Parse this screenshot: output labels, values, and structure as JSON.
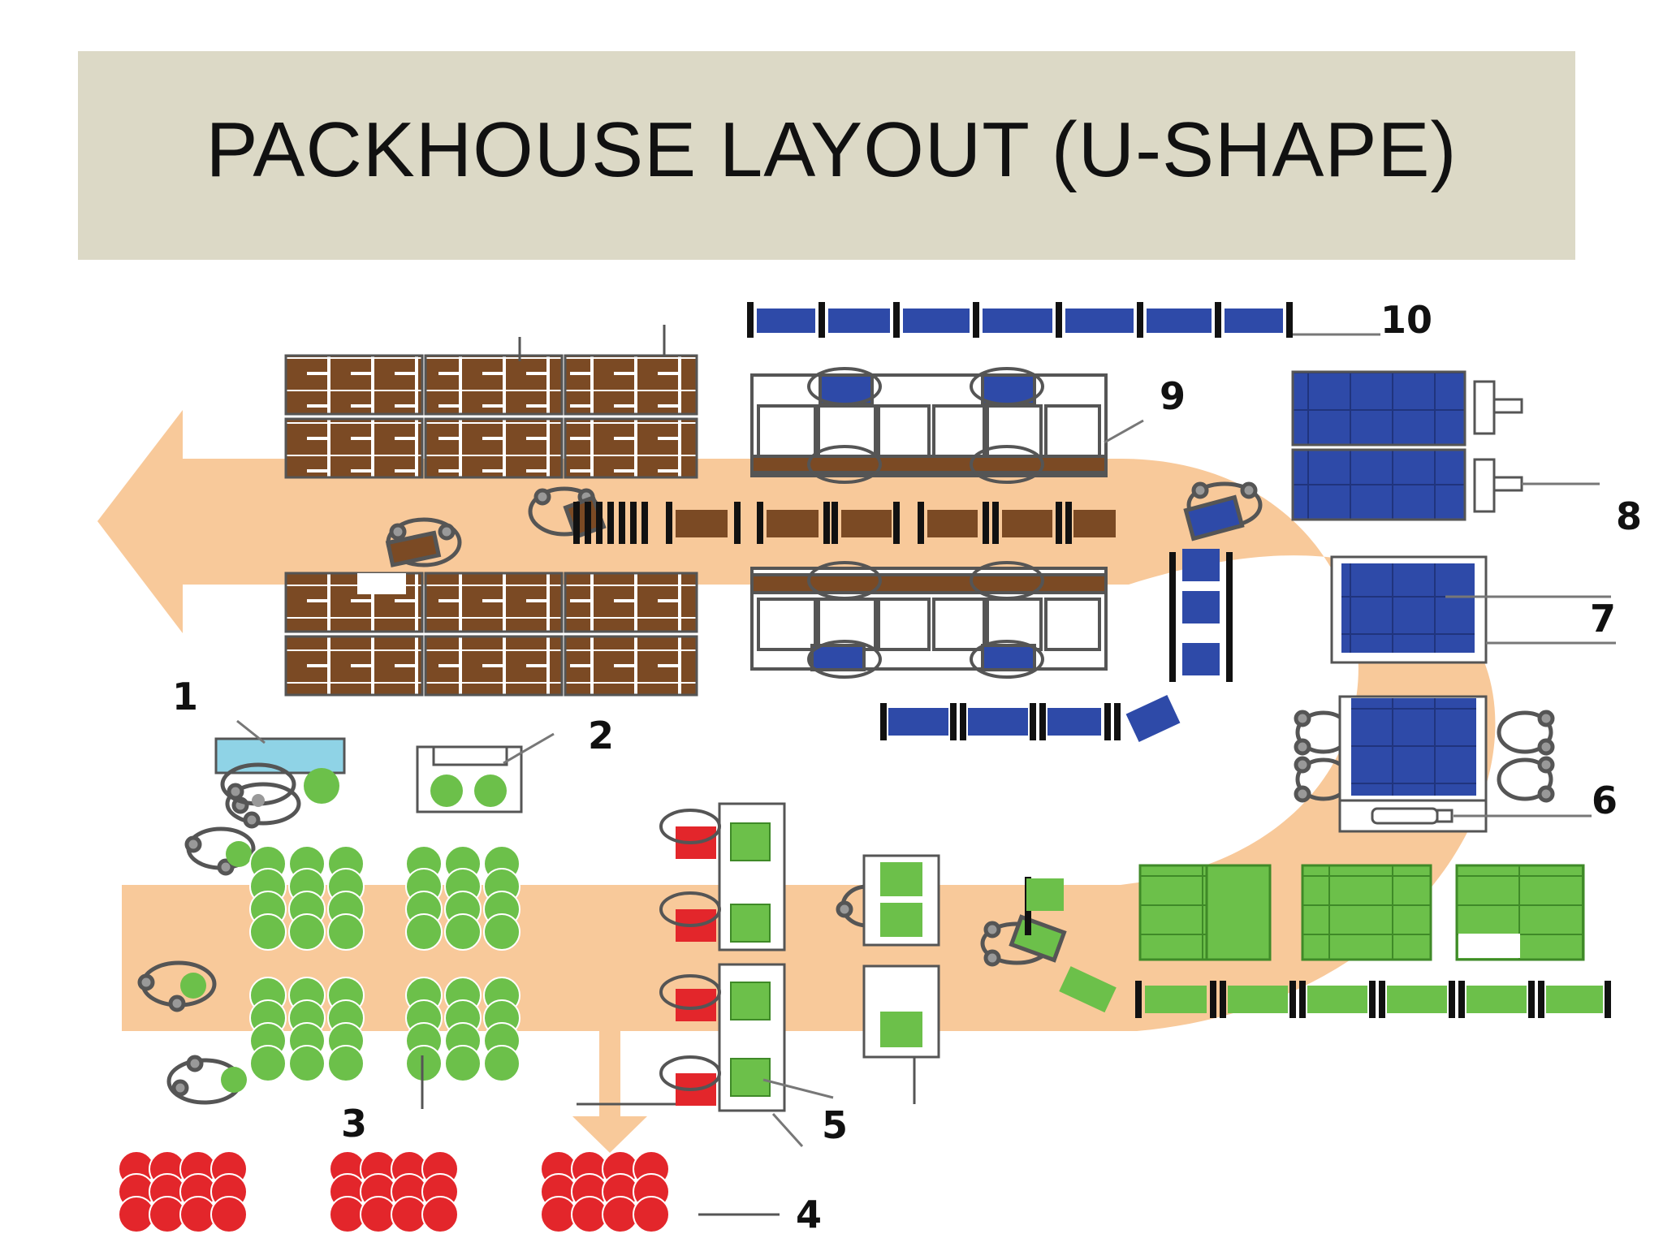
{
  "title": "PACKHOUSE LAYOUT (U-SHAPE)",
  "colors": {
    "title_background": "#dcd9c6",
    "flow_path": "#f8c99a",
    "bins_brown": "#7b4a24",
    "bins_blue": "#2e4aa8",
    "bins_green": "#6cc04a",
    "bins_red": "#e3262b",
    "trailer_cyan": "#8fd3e6"
  },
  "labels": {
    "n1": "1",
    "n2": "2",
    "n3": "3",
    "n4": "4",
    "n5": "5",
    "n6": "6",
    "n7": "7",
    "n8": "8",
    "n9": "9",
    "n10": "10"
  }
}
